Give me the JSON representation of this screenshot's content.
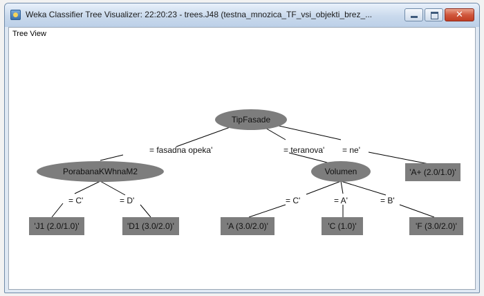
{
  "window": {
    "title": "Weka Classifier Tree Visualizer: 22:20:23 - trees.J48 (testna_mnozica_TF_vsi_objekti_brez_...",
    "close_symbol": "✕"
  },
  "panel": {
    "label": "Tree View"
  },
  "tree": {
    "nodes": {
      "root": "TipFasade",
      "porabana": "PorabanaKWhnaM2",
      "volumen": "Volumen"
    },
    "leaves": {
      "a_plus": "'A+ (2.0/1.0)'",
      "j1": "'J1 (2.0/1.0)'",
      "d1": "'D1 (3.0/2.0)'",
      "a": "'A (3.0/2.0)'",
      "c": "'C (1.0)'",
      "f": "'F (3.0/2.0)'"
    },
    "edges": {
      "fasadna": "= fasadna opeka'",
      "teranova": "= teranova'",
      "ne": "= ne'",
      "c_left": "= C'",
      "d_left": "= D'",
      "c_right": "= C'",
      "a_right": "= A'",
      "b_right": "= B'"
    }
  }
}
